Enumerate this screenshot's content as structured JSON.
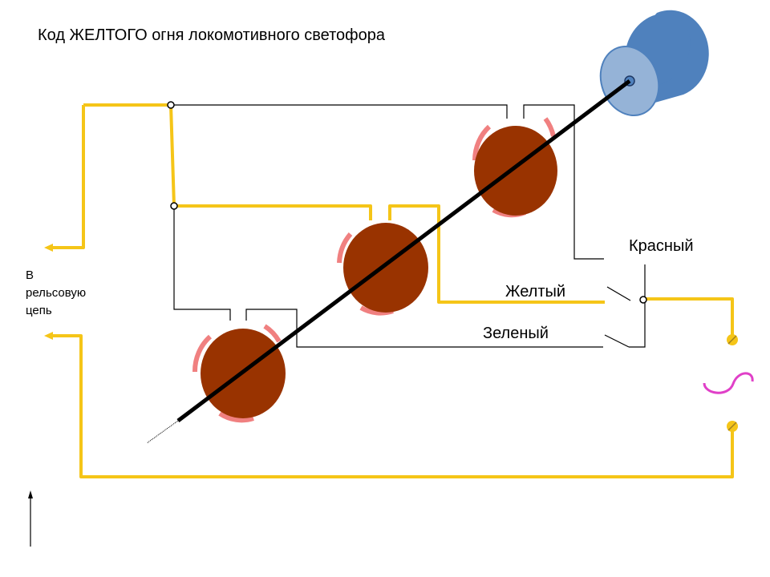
{
  "title": "Код ЖЕЛТОГО огня локомотивного светофора",
  "labels": {
    "red": "Красный",
    "yellow": "Желтый",
    "green": "Зеленый"
  },
  "rail_circuit": [
    "В",
    "рельсовую",
    "цепь"
  ],
  "colors": {
    "yellow_wire": "#F5C518",
    "cam_fill": "#993300",
    "cam_raised": "#F08080",
    "motor_side": "#4F81BD",
    "motor_face": "#95B3D7",
    "coil": "#E040C8"
  }
}
